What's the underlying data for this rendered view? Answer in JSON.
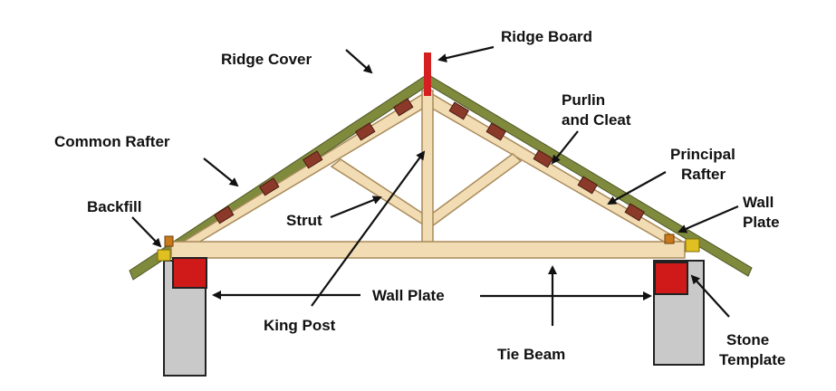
{
  "labels": {
    "ridge_board": "Ridge Board",
    "ridge_cover": "Ridge Cover",
    "purlin_line1": "Purlin",
    "purlin_line2": "and Cleat",
    "common_rafter": "Common Rafter",
    "principal_line1": "Principal",
    "principal_line2": "Rafter",
    "wall_plate_right_line1": "Wall",
    "wall_plate_right_line2": "Plate",
    "backfill": "Backfill",
    "strut": "Strut",
    "wall_plate": "Wall Plate",
    "king_post": "King Post",
    "tie_beam": "Tie Beam",
    "stone_line1": "Stone",
    "stone_line2": "Template"
  },
  "colors": {
    "timber": "#f2dcb3",
    "timber_edge": "#a88a5a",
    "roof_cover": "#7f8a3d",
    "purlin": "#8b3a2a",
    "ridge_board": "#d42020",
    "wall": "#c9c9c9",
    "stone_template": "#d01a1a",
    "backfill": "#e0c020",
    "arrow": "#111111"
  }
}
